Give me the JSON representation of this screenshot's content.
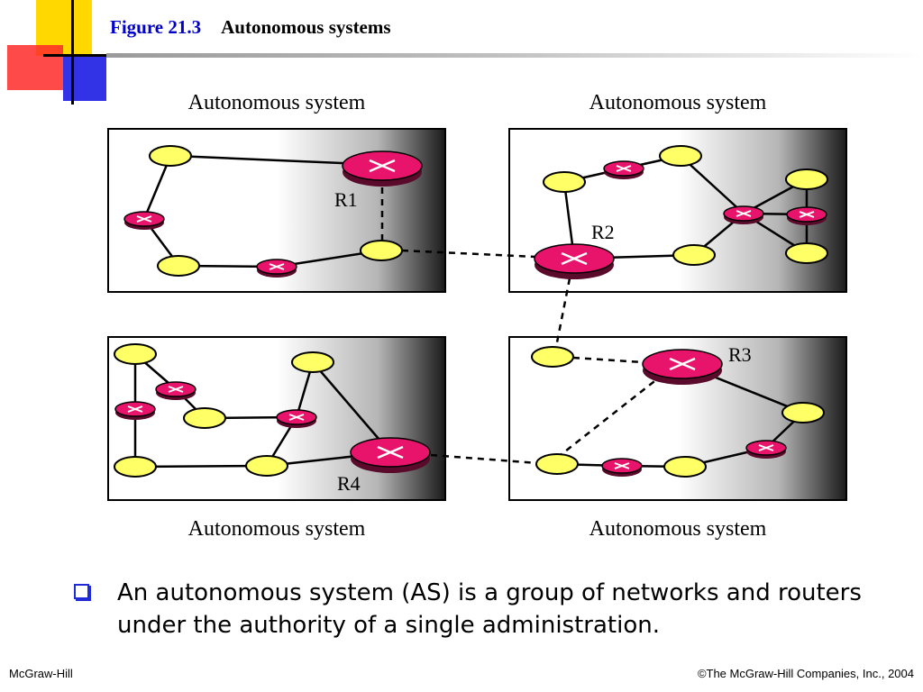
{
  "header": {
    "figure_number": "Figure 21.3",
    "figure_title": "Autonomous systems"
  },
  "diagram": {
    "as_labels": [
      "Autonomous system",
      "Autonomous system",
      "Autonomous system",
      "Autonomous system"
    ],
    "router_labels": [
      "R1",
      "R2",
      "R3",
      "R4"
    ],
    "colors": {
      "network": "#ffff66",
      "router": "#e8136b",
      "router_edge": "#5a0a2a",
      "box_gradient_end": "#1a1a1a"
    }
  },
  "bullet": {
    "text": "An autonomous system (AS) is a group of networks and routers under the authority of a single administration."
  },
  "footer": {
    "left": "McGraw-Hill",
    "right": "©The McGraw-Hill Companies, Inc., 2004"
  }
}
